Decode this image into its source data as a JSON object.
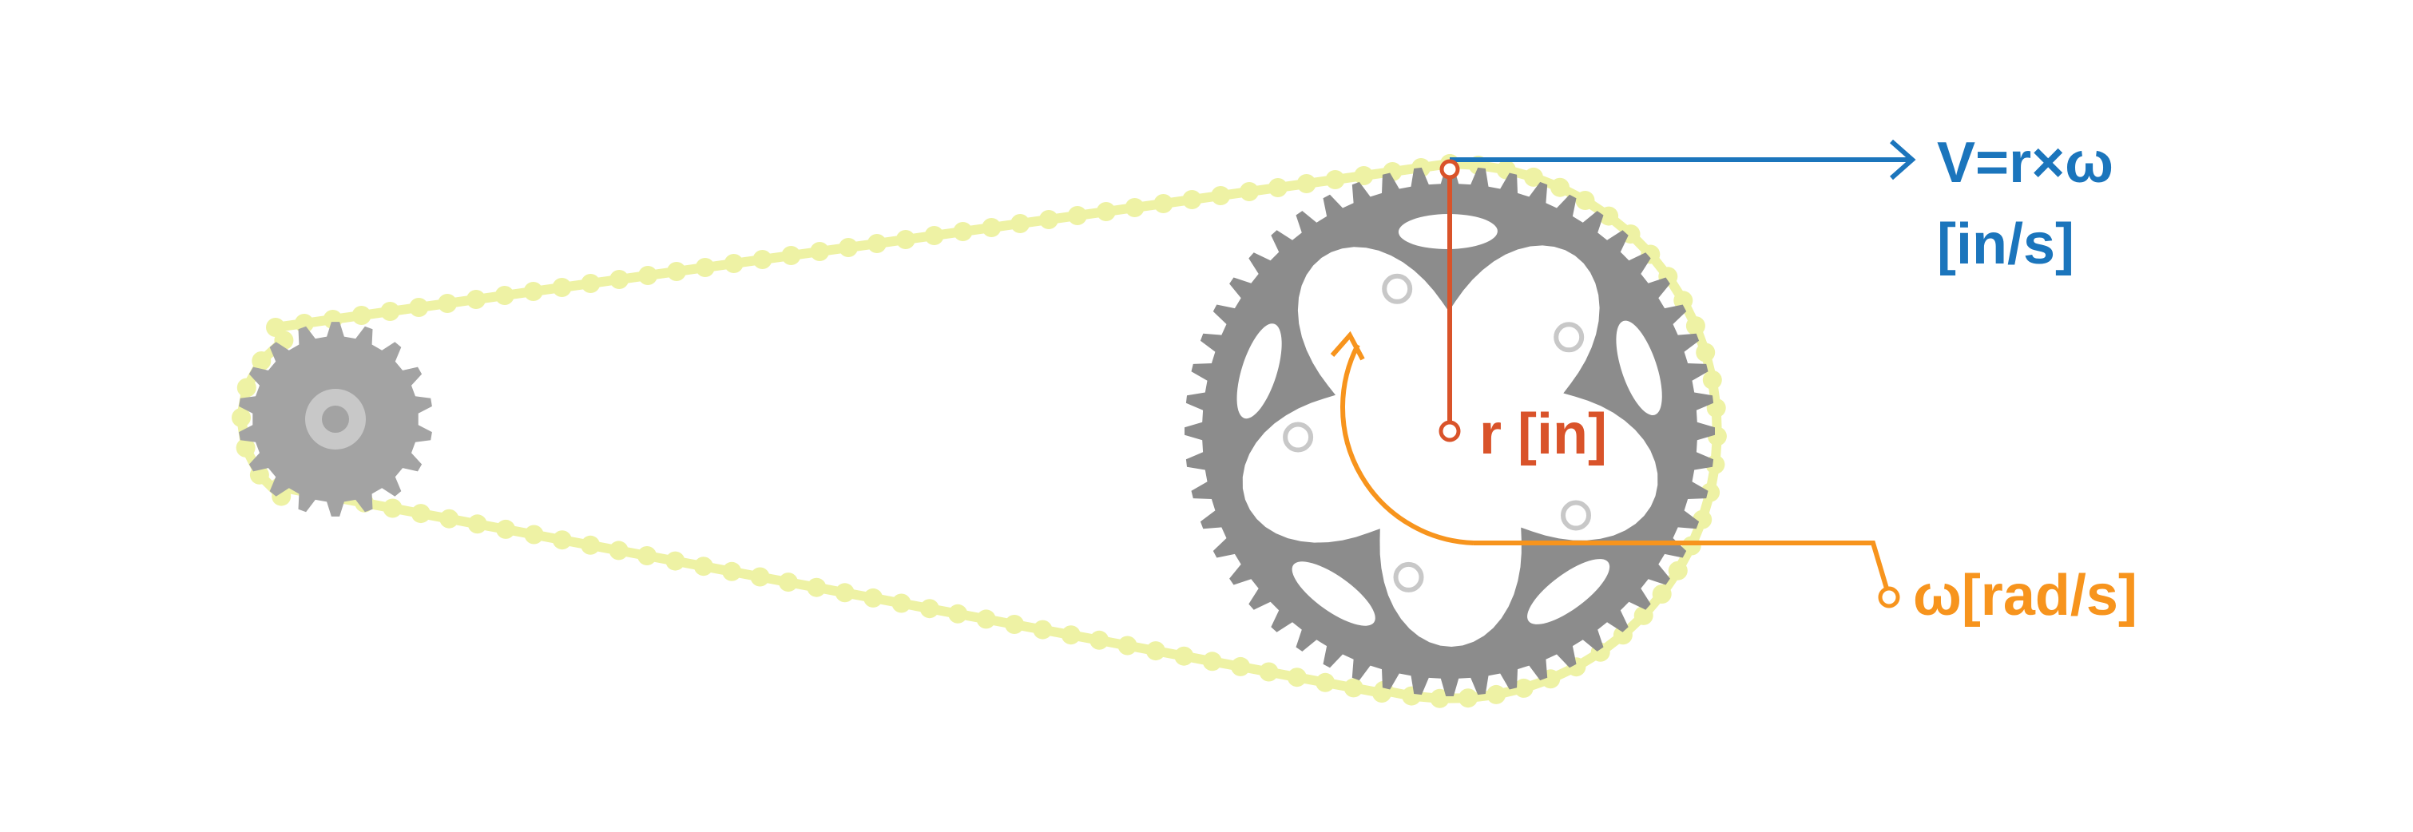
{
  "labels": {
    "velocity_line1": "V=r×ω",
    "velocity_line2": "[in/s]",
    "radius": "r [in]",
    "angular": "ω[rad/s]"
  },
  "colors": {
    "velocity": "#1b75bc",
    "radius": "#d9532a",
    "angular": "#f7941d",
    "chain": "#eef2a4",
    "sprocket": "#8c8c8c",
    "small_sprocket": "#a3a3a3",
    "hub": "#c8c8c8"
  },
  "components": {
    "small_sprocket_teeth": 18,
    "large_sprocket_teeth": 52
  }
}
